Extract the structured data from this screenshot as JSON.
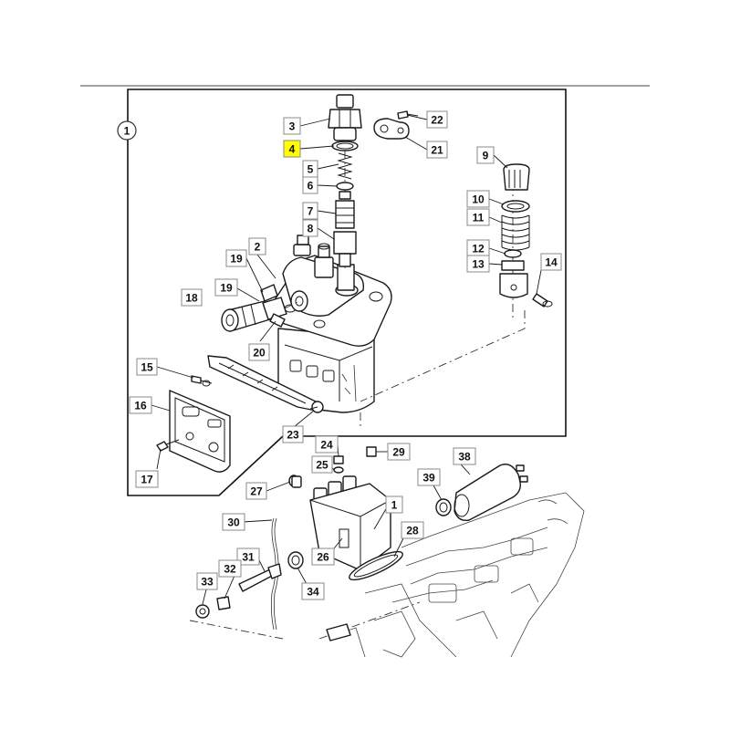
{
  "diagram": {
    "type": "exploded-parts-view",
    "group_label": "1",
    "highlight_color": "#ffff00",
    "highlighted_part": "4",
    "callouts": [
      {
        "id": "c3",
        "text": "3"
      },
      {
        "id": "c4",
        "text": "4",
        "highlight": true
      },
      {
        "id": "c5",
        "text": "5"
      },
      {
        "id": "c6",
        "text": "6"
      },
      {
        "id": "c7",
        "text": "7"
      },
      {
        "id": "c8",
        "text": "8"
      },
      {
        "id": "c22",
        "text": "22"
      },
      {
        "id": "c21",
        "text": "21"
      },
      {
        "id": "c9",
        "text": "9"
      },
      {
        "id": "c10",
        "text": "10"
      },
      {
        "id": "c11",
        "text": "11"
      },
      {
        "id": "c12",
        "text": "12"
      },
      {
        "id": "c13",
        "text": "13"
      },
      {
        "id": "c14",
        "text": "14"
      },
      {
        "id": "c2",
        "text": "2"
      },
      {
        "id": "c19a",
        "text": "19"
      },
      {
        "id": "c18",
        "text": "18"
      },
      {
        "id": "c19b",
        "text": "19"
      },
      {
        "id": "c20",
        "text": "20"
      },
      {
        "id": "c15",
        "text": "15"
      },
      {
        "id": "c16",
        "text": "16"
      },
      {
        "id": "c17",
        "text": "17"
      },
      {
        "id": "c23",
        "text": "23"
      },
      {
        "id": "c24",
        "text": "24"
      },
      {
        "id": "c29",
        "text": "29"
      },
      {
        "id": "c25",
        "text": "25"
      },
      {
        "id": "c38",
        "text": "38"
      },
      {
        "id": "c27",
        "text": "27"
      },
      {
        "id": "c39",
        "text": "39"
      },
      {
        "id": "c1",
        "text": "1"
      },
      {
        "id": "c30",
        "text": "30"
      },
      {
        "id": "c28",
        "text": "28"
      },
      {
        "id": "c31",
        "text": "31"
      },
      {
        "id": "c26",
        "text": "26"
      },
      {
        "id": "c32",
        "text": "32"
      },
      {
        "id": "c33",
        "text": "33"
      },
      {
        "id": "c34",
        "text": "34"
      }
    ]
  }
}
